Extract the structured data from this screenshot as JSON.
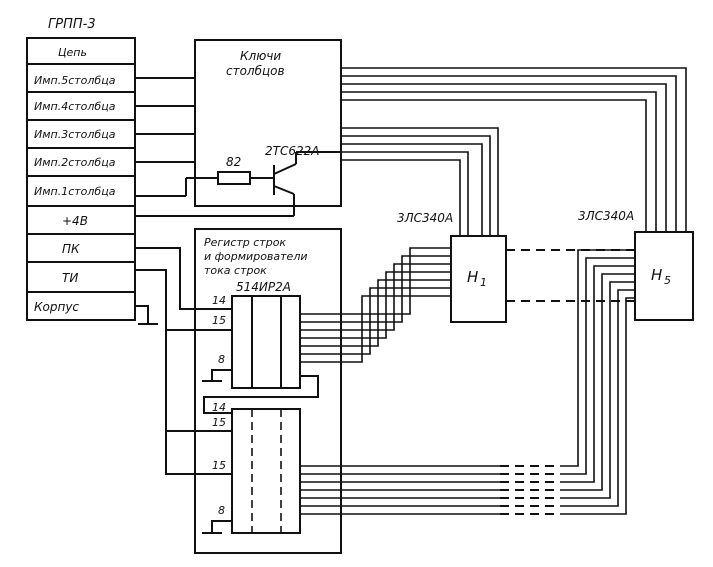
{
  "connector": {
    "title": "ГРПП-3",
    "rows": [
      {
        "label": "Цепь"
      },
      {
        "label": "Имп.5столбца"
      },
      {
        "label": "Имп.4столбца"
      },
      {
        "label": "Имп.3столбца"
      },
      {
        "label": "Имп.2столбца"
      },
      {
        "label": "Имп.1столбца"
      },
      {
        "label": "+4В"
      },
      {
        "label": "ПК"
      },
      {
        "label": "ТИ"
      },
      {
        "label": "Корпус"
      }
    ]
  },
  "column_keys": {
    "title_line1": "Ключи",
    "title_line2": "столбцов",
    "transistor": "2ТС622А",
    "resistor": "82"
  },
  "row_register": {
    "title_line1": "Регистр строк",
    "title_line2": "и формирователи",
    "title_line3": "тока строк",
    "chip": "514ИР2А",
    "pins_top": {
      "p14": "14",
      "p15": "15",
      "p8": "8"
    },
    "pins_bottom": {
      "p14": "14",
      "p15a": "15",
      "p15b": "15",
      "p8": "8"
    }
  },
  "indicators": {
    "type_label_1": "3ЛС340А",
    "type_label_2": "3ЛС340А",
    "h1": {
      "main": "Н",
      "sub": "1"
    },
    "h5": {
      "main": "Н",
      "sub": "5"
    }
  }
}
